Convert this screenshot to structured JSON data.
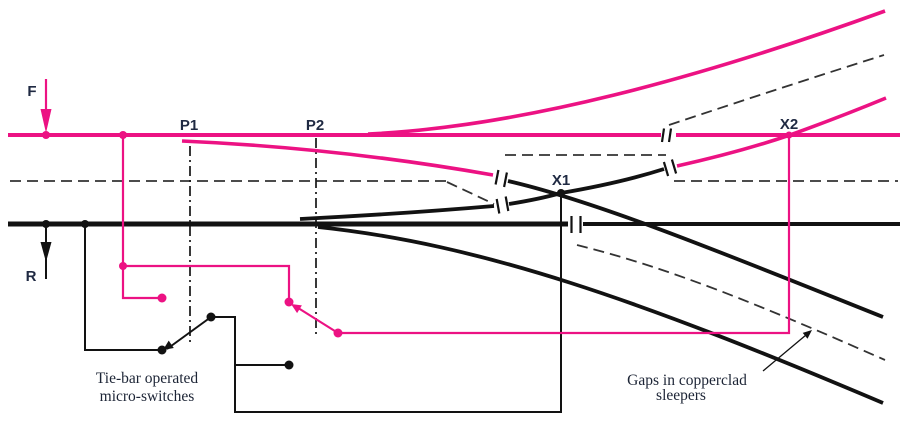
{
  "figure": {
    "type": "railway-turnout-wiring-diagram",
    "labels": {
      "feed_f": "F",
      "return_r": "R",
      "point1": "P1",
      "point2": "P2",
      "crossing1": "X1",
      "crossing2": "X2"
    },
    "annotations": {
      "microswitches_line1": "Tie-bar operated",
      "microswitches_line2": "micro-switches",
      "gaps_line1": "Gaps in copperclad",
      "gaps_line2": "sleepers"
    },
    "colors": {
      "feed_rail_pink": "#EC1283",
      "return_rail_black": "#121212",
      "centerline_dash": "#333333",
      "label_text": "#1F2942",
      "annotation_text": "#1C2435"
    }
  }
}
